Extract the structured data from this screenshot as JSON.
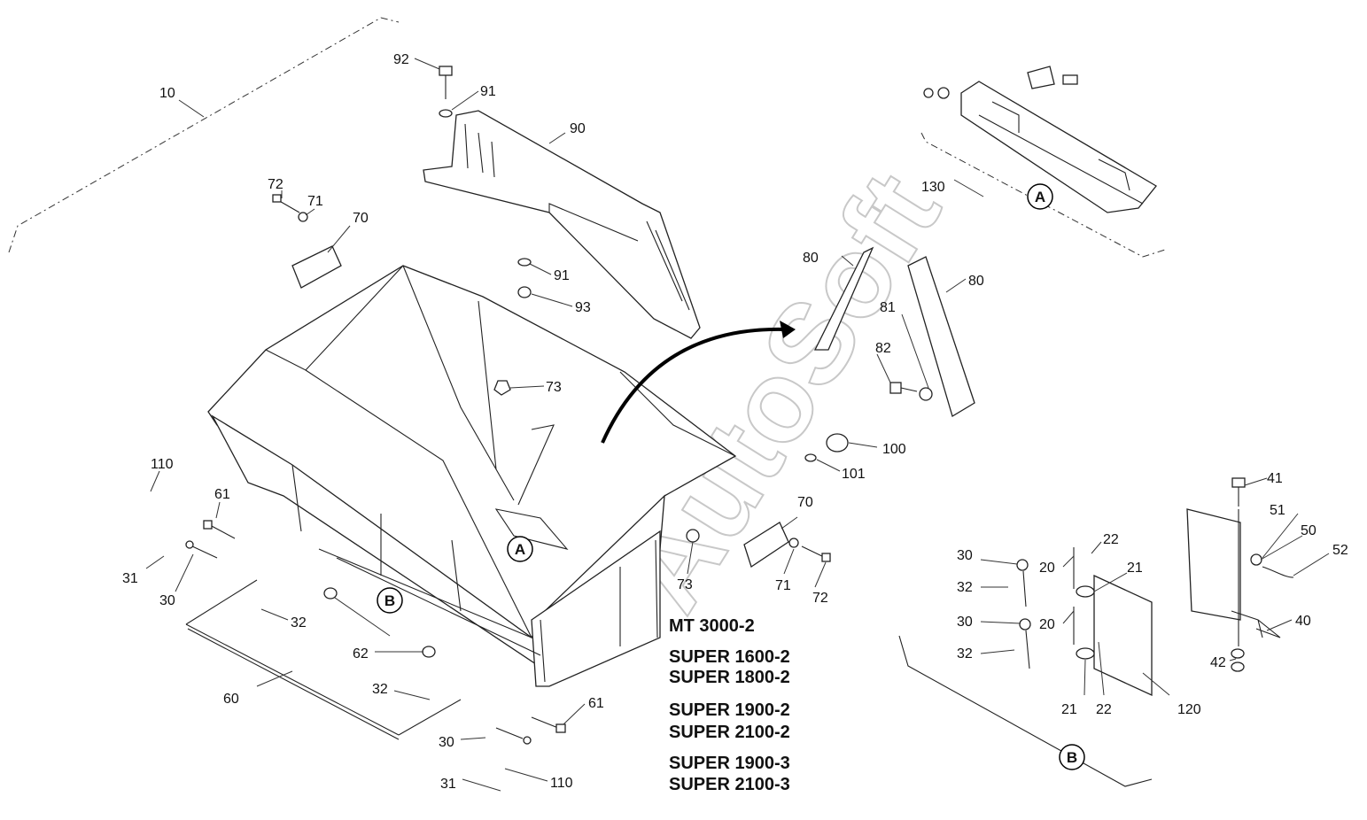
{
  "watermark": "AutoSoft",
  "callouts": {
    "detail_a": "A",
    "detail_b": "B",
    "a_ref": "A",
    "b_ref": "B"
  },
  "models": [
    "MT 3000-2",
    "SUPER 1600-2",
    "SUPER 1800-2",
    "SUPER 1900-2",
    "SUPER 2100-2",
    "SUPER 1900-3",
    "SUPER 2100-3"
  ],
  "part_numbers": {
    "p10": "10",
    "p92": "92",
    "p91a": "91",
    "p90": "90",
    "p72a": "72",
    "p71a": "71",
    "p70a": "70",
    "p91b": "91",
    "p93": "93",
    "p73a": "73",
    "p130": "130",
    "p80a": "80",
    "p80b": "80",
    "p81": "81",
    "p82": "82",
    "p100": "100",
    "p101": "101",
    "p110a": "110",
    "p61a": "61",
    "p31a": "31",
    "p30a": "30",
    "p32a": "32",
    "p62": "62",
    "p60": "60",
    "p32b": "32",
    "p61b": "61",
    "p30b": "30",
    "p31b": "31",
    "p110b": "110",
    "p73b": "73",
    "p70b": "70",
    "p71b": "71",
    "p72b": "72",
    "p41": "41",
    "p51": "51",
    "p50": "50",
    "p52": "52",
    "p22a": "22",
    "p30c": "30",
    "p20a": "20",
    "p21a": "21",
    "p32c": "32",
    "p30d": "30",
    "p20b": "20",
    "p40": "40",
    "p32d": "32",
    "p42": "42",
    "p21b": "21",
    "p22b": "22",
    "p120": "120"
  }
}
